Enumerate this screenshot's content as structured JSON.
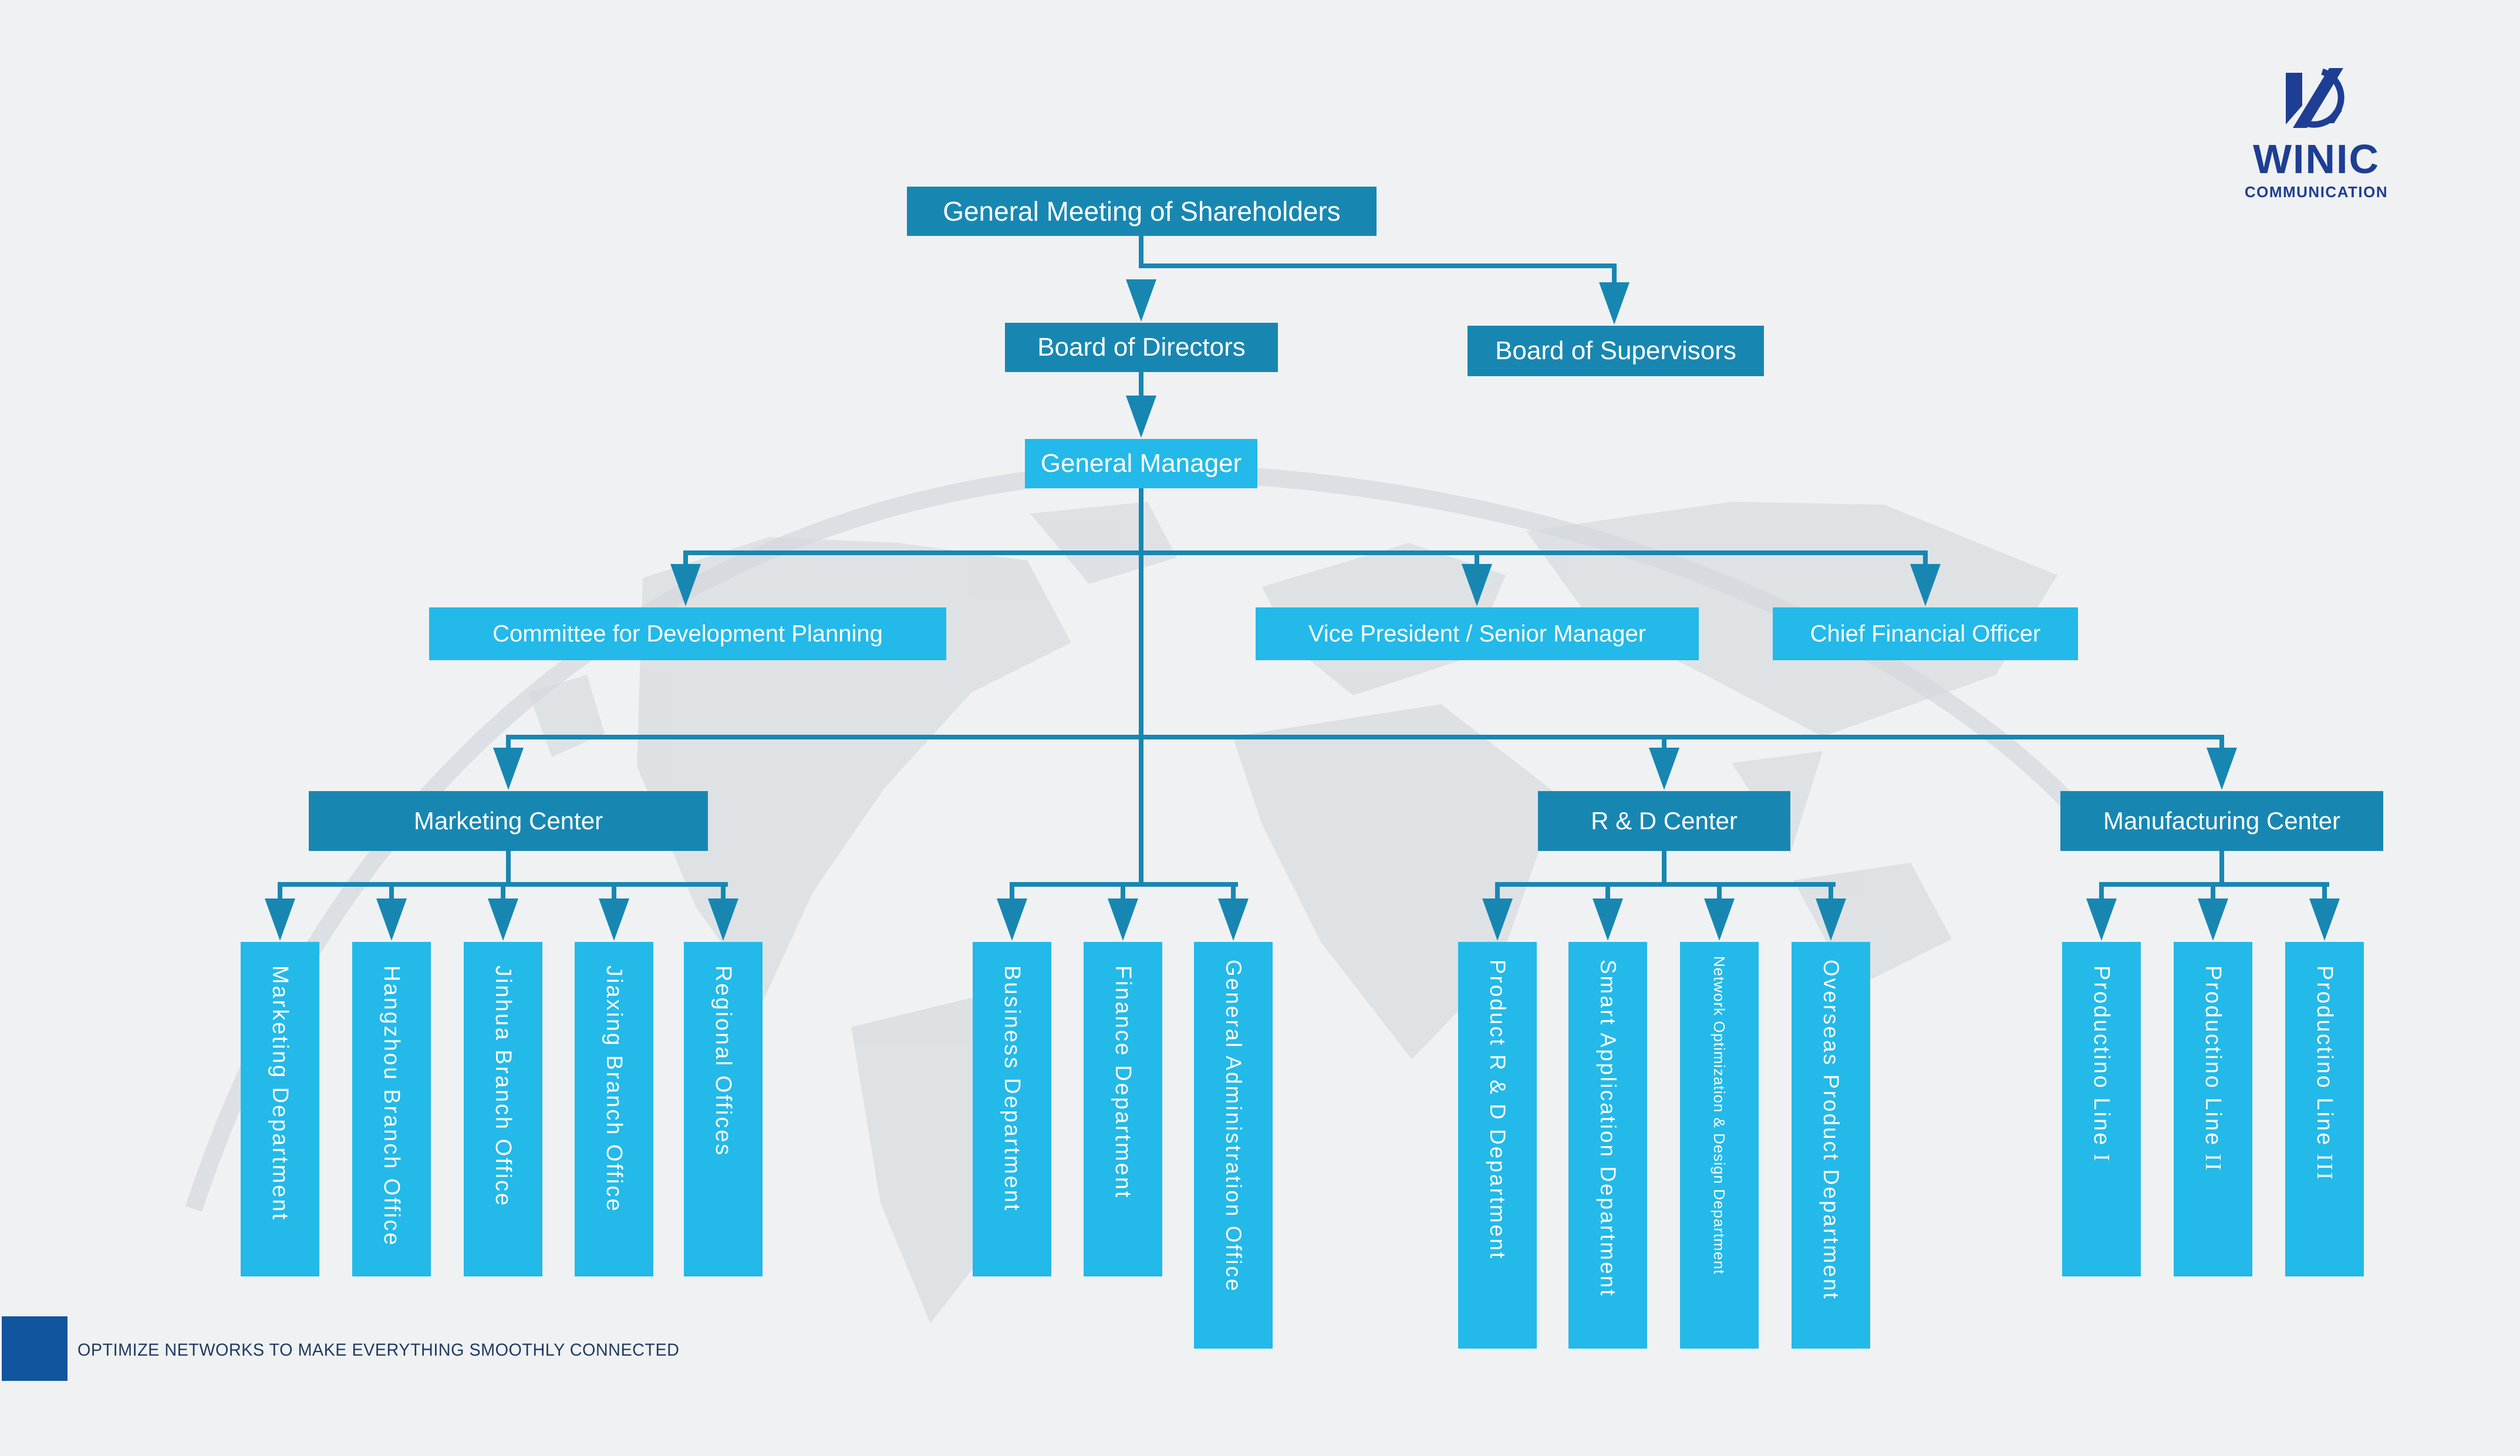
{
  "logo": {
    "brand": "WINIC",
    "sub": "COMMUNICATION",
    "color": "#1d3e94"
  },
  "tagline": {
    "text": "OPTIMIZE NETWORKS TO MAKE EVERYTHING SMOOTHLY CONNECTED",
    "square_color": "#11559e",
    "text_color": "#1e3a5f"
  },
  "colors": {
    "background": "#f0f1f2",
    "box_dark_teal": "#1787b2",
    "box_light_cyan": "#23b9e9",
    "connector": "#1787b2",
    "logo_navy": "#1d3e94"
  },
  "org": {
    "shareholders": "General Meeting of Shareholders",
    "board_of_directors": "Board of Directors",
    "board_of_supervisors": "Board of Supervisors",
    "general_manager": "General Manager",
    "committee": "Committee for Development Planning",
    "vice_president": "Vice President / Senior Manager",
    "cfo": "Chief Financial Officer",
    "marketing_center": "Marketing Center",
    "rd_center": "R & D Center",
    "manufacturing_center": "Manufacturing Center",
    "marketing_departments": [
      "Marketing Department",
      "Hangzhou Branch Office",
      "Jinhua Branch Office",
      "Jiaxing Branch Office",
      "Regional Offices"
    ],
    "admin_departments": [
      "Business Department",
      "Finance Department",
      "General Administration Office"
    ],
    "rd_departments": [
      "Product R & D Department",
      "Smart Application Department",
      "Network Optimization & Design Department",
      "Overseas Product Department"
    ],
    "production_lines": [
      {
        "label": "Productino Line",
        "numeral": "I"
      },
      {
        "label": "Productino Line",
        "numeral": "II"
      },
      {
        "label": "Productino Line",
        "numeral": "III"
      }
    ]
  }
}
